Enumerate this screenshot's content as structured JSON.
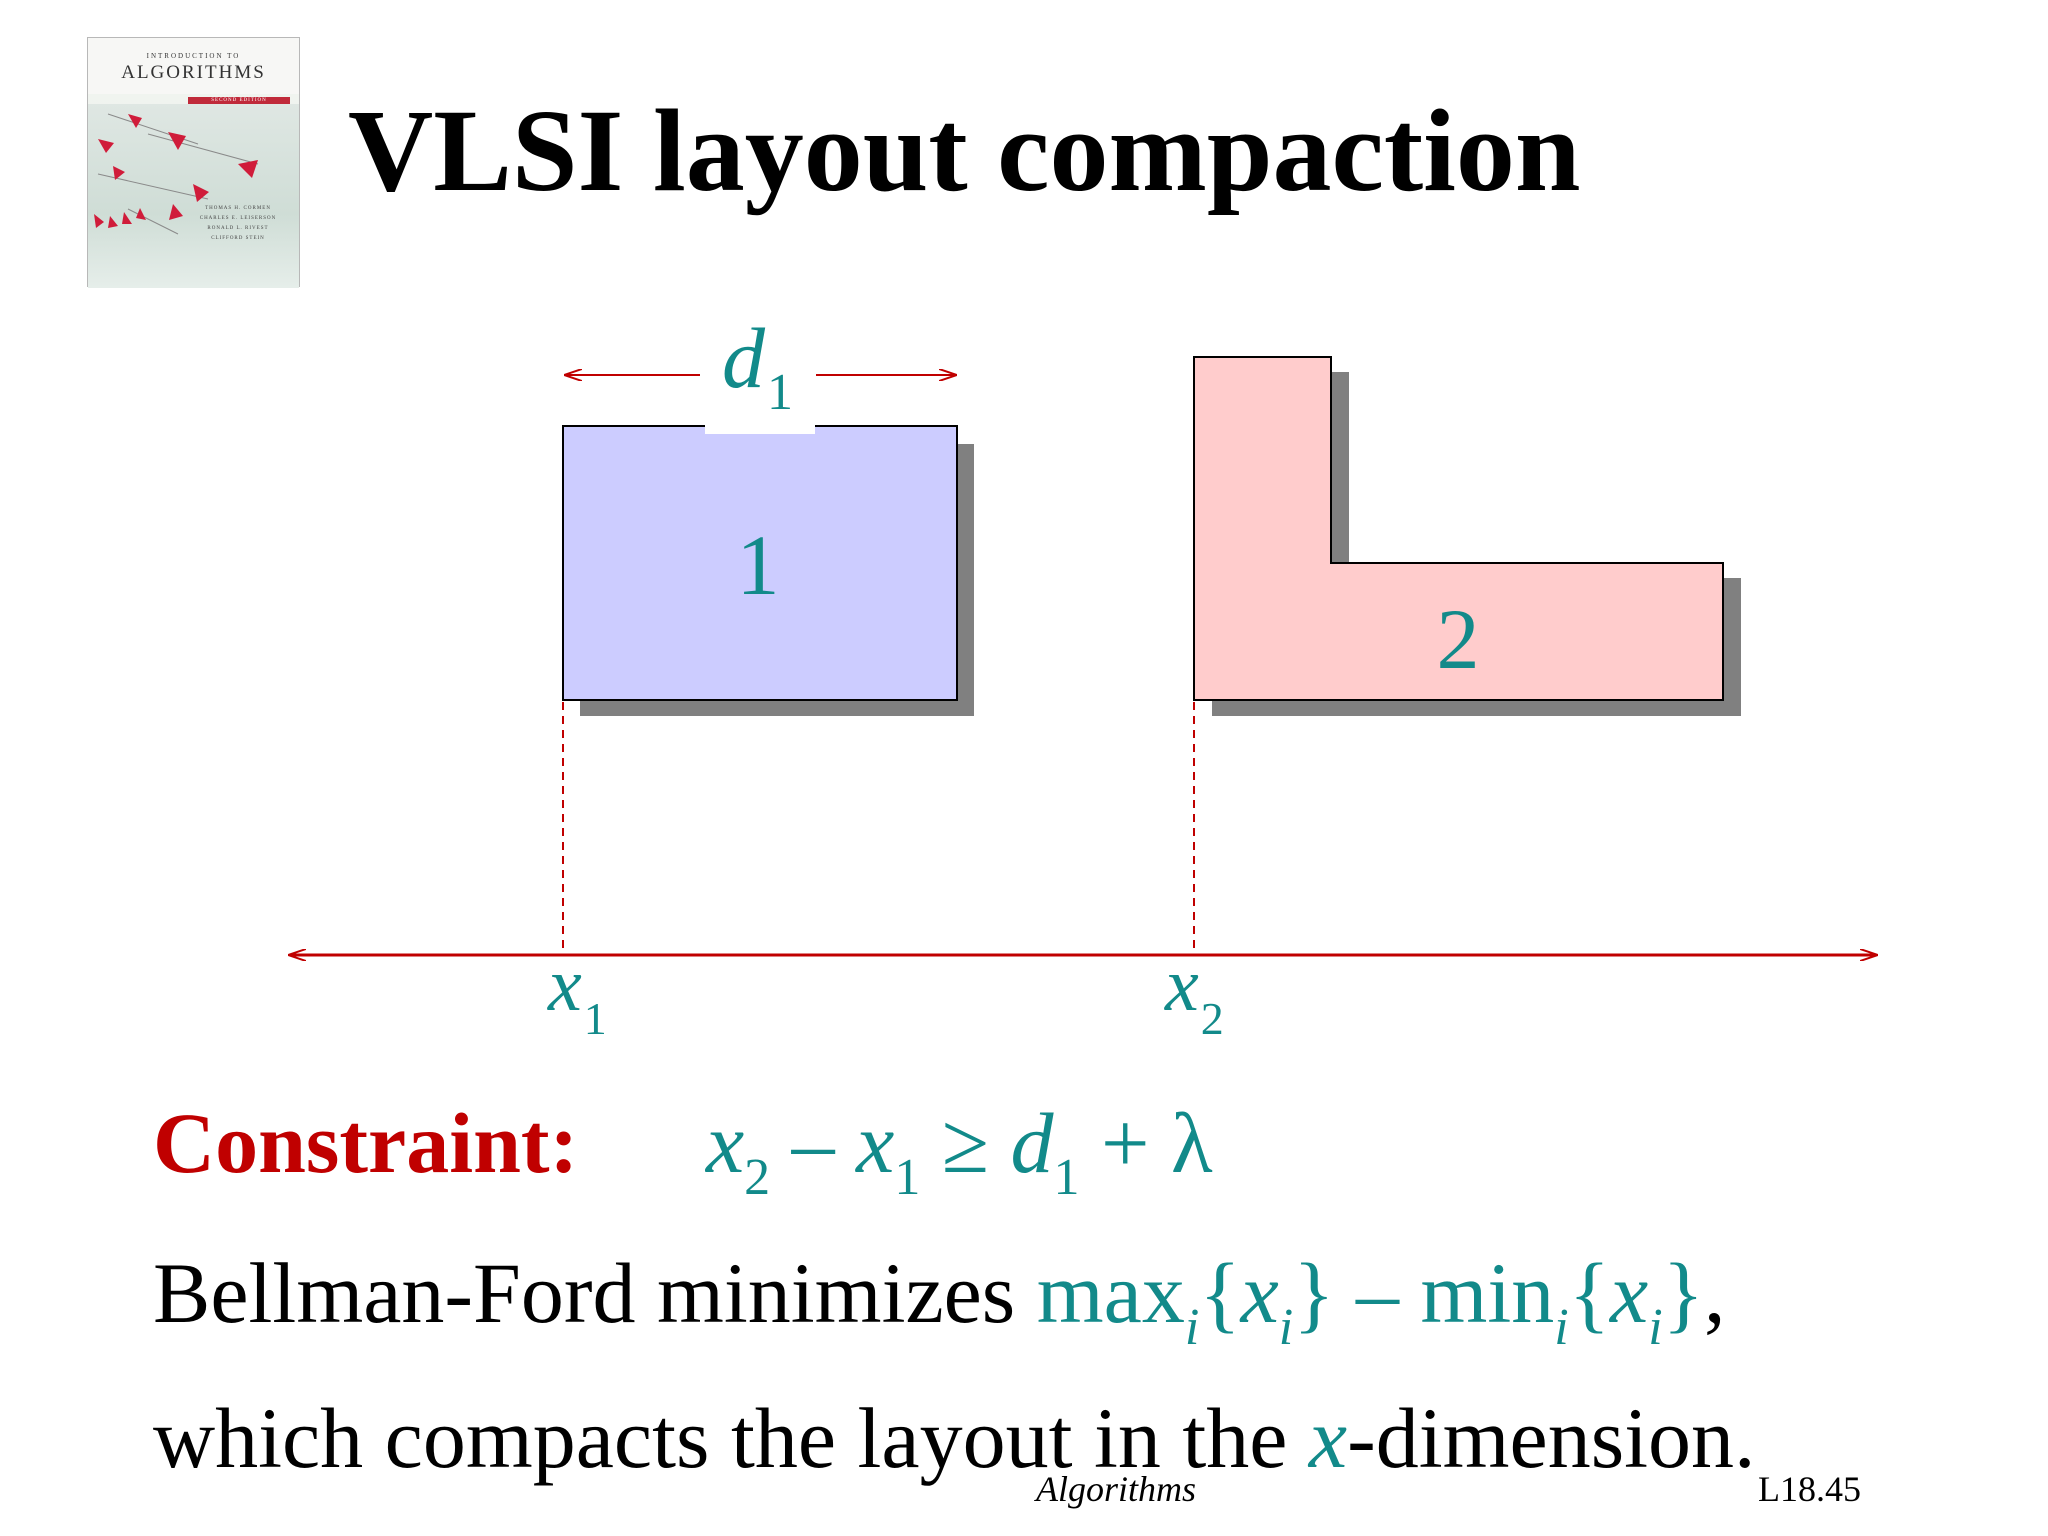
{
  "book": {
    "intro_text": "INTRODUCTION TO",
    "title_text": "ALGORITHMS",
    "edition_text": "SECOND EDITION",
    "authors": [
      "THOMAS H. CORMEN",
      "CHARLES E. LEISERSON",
      "RONALD L. RIVEST",
      "CLIFFORD STEIN"
    ]
  },
  "title": "VLSI layout compaction",
  "diagram": {
    "width_label": "d",
    "width_label_sub": "1",
    "box1_label": "1",
    "box2_label": "2",
    "x1_label": "x",
    "x1_sub": "1",
    "x2_label": "x",
    "x2_sub": "2"
  },
  "constraint": {
    "label": "Constraint:"
  },
  "paragraph": {
    "line1_start": "Bellman-Ford minimizes ",
    "max": "max",
    "min": "min",
    "line1_end": ",",
    "line2_start": "which compacts the layout in the ",
    "line2_x": "x",
    "line2_end": "-dimension."
  },
  "footer": {
    "center": "Algorithms",
    "right": "L18.45"
  },
  "colors": {
    "teal": "#128a8a",
    "red": "#c00000",
    "box1_fill": "#ccccff",
    "box2_fill": "#ffcccc",
    "arrow": "#c00000"
  }
}
